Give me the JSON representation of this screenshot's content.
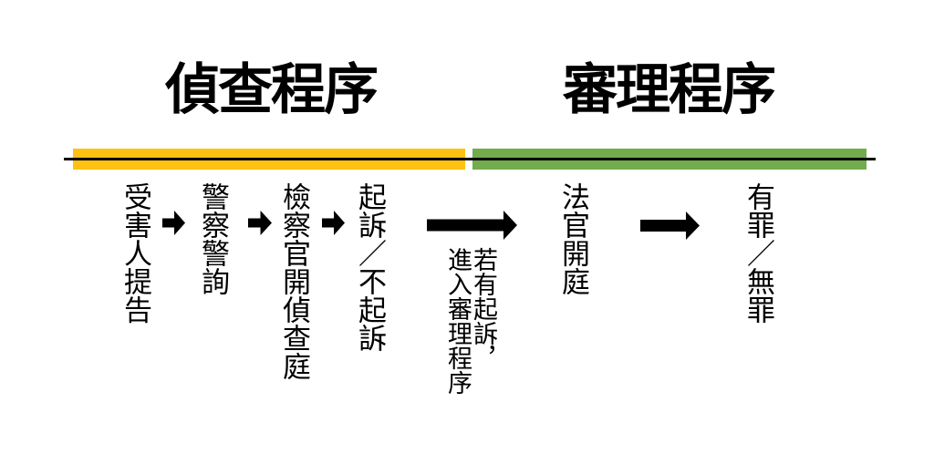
{
  "phases": {
    "investigation": {
      "title": "偵查程序",
      "bar_color": "#FFC112"
    },
    "trial": {
      "title": "審理程序",
      "bar_color": "#72AC4C"
    }
  },
  "timeline": {
    "line_color": "#000000"
  },
  "flow": {
    "arrow_color": "#000000",
    "steps": [
      {
        "label": "受害人提告"
      },
      {
        "label": "警察警詢"
      },
      {
        "label": "檢察官開偵查庭"
      },
      {
        "label": "起訴／不起訴"
      },
      {
        "label": "法官開庭"
      },
      {
        "label": "有罪／無罪"
      }
    ],
    "big_arrow_caption": {
      "first_column": "若有起訴，",
      "second_column": "進入審理程序"
    }
  }
}
